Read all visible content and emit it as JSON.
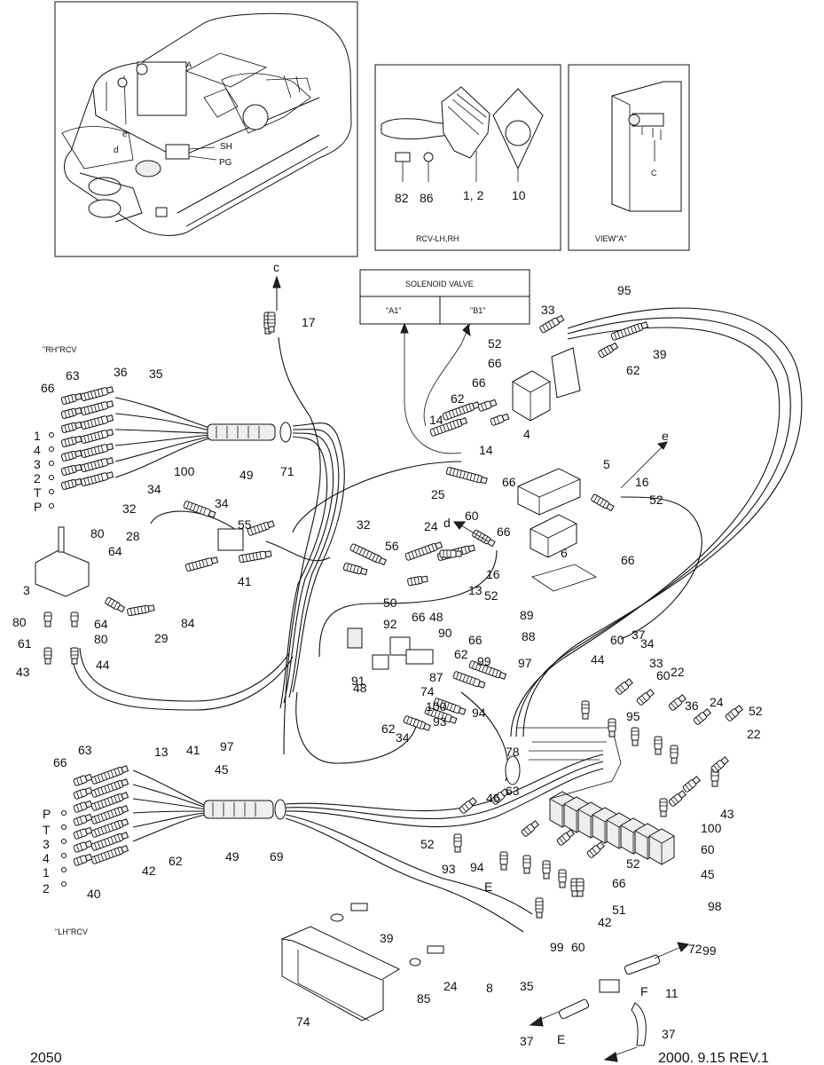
{
  "views": {
    "rcv_caption": "RCV-LH,RH",
    "view_a_caption": "VIEW\"A\"",
    "view_a_letter": "A",
    "top_left_labels": [
      "d",
      "e",
      "SH",
      "PG"
    ],
    "rcv_parts": [
      "82",
      "86",
      "1, 2",
      "10"
    ],
    "view_a_c": "C"
  },
  "solenoid_box": {
    "title": "SOLENOID VALVE",
    "left": "\"A1\"",
    "right": "\"B1\""
  },
  "section_labels": {
    "rh_rcv": "\"RH\"RCV",
    "lh_rcv": "\"LH\"RCV"
  },
  "port_labels_rh": [
    "1",
    "4",
    "3",
    "2",
    "T",
    "P"
  ],
  "port_labels_lh": [
    "P",
    "T",
    "3",
    "4",
    "1",
    "2"
  ],
  "footer": {
    "left": "2050",
    "right": "2000. 9.15  REV.1"
  },
  "part_numbers": [
    "17",
    "c",
    "63",
    "66",
    "36",
    "35",
    "49",
    "71",
    "100",
    "34",
    "32",
    "95",
    "33",
    "52",
    "66",
    "62",
    "39",
    "66",
    "14",
    "14",
    "4",
    "62",
    "5",
    "16",
    "52",
    "66",
    "25",
    "60",
    "66",
    "d",
    "e",
    "66",
    "6",
    "34",
    "55",
    "24",
    "32",
    "56",
    "80",
    "28",
    "64",
    "3",
    "41",
    "50",
    "13",
    "16",
    "52",
    "80",
    "64",
    "29",
    "61",
    "80",
    "43",
    "44",
    "84",
    "89",
    "66",
    "48",
    "92",
    "88",
    "91",
    "48",
    "90",
    "66",
    "62",
    "99",
    "97",
    "37",
    "60",
    "44",
    "33",
    "22",
    "34",
    "60",
    "24",
    "52",
    "22",
    "95",
    "74",
    "87",
    "100",
    "94",
    "93",
    "62",
    "34",
    "66",
    "63",
    "13",
    "41",
    "97",
    "45",
    "78",
    "36",
    "49",
    "69",
    "63",
    "46",
    "52",
    "43",
    "100",
    "60",
    "45",
    "98",
    "40",
    "62",
    "42",
    "93",
    "94",
    "E",
    "52",
    "66",
    "51",
    "42",
    "99",
    "60",
    "39",
    "8",
    "35",
    "24",
    "85",
    "74",
    "72",
    "F",
    "11",
    "37",
    "E",
    "37",
    "99",
    "F",
    "T",
    "P",
    "1",
    "4",
    "3",
    "2"
  ]
}
